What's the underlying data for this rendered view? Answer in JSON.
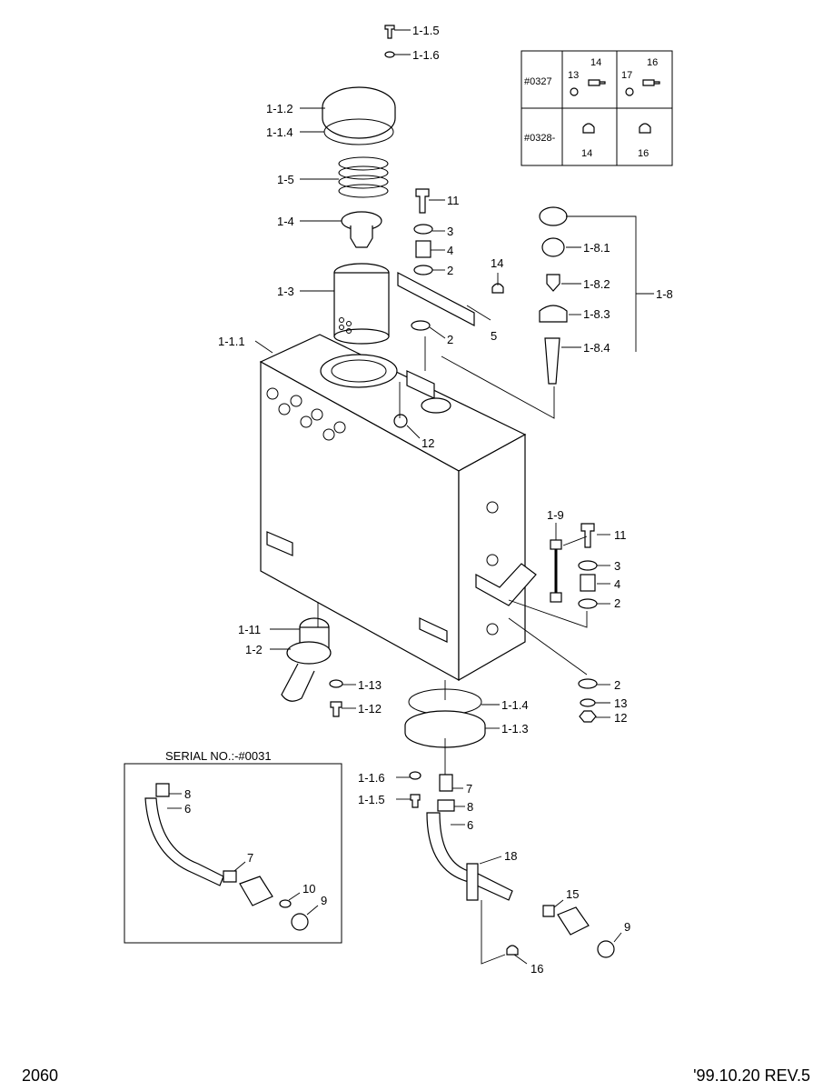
{
  "page_number": "2060",
  "revision": "'99.10.20 REV.5",
  "serial_box_title": "SERIAL NO.:-#0031",
  "serial_table": {
    "row1_serial": "#0327",
    "row2_serial": "#0328-",
    "row1_cells": [
      "13",
      "14",
      "17",
      "16"
    ],
    "row2_cells": [
      "14",
      "16"
    ]
  },
  "callouts": {
    "c1_1_5_top": "1-1.5",
    "c1_1_6_top": "1-1.6",
    "c1_1_2": "1-1.2",
    "c1_1_4_top": "1-1.4",
    "c1_5": "1-5",
    "c1_4": "1-4",
    "c1_3": "1-3",
    "c1_1_1": "1-1.1",
    "c11_top": "11",
    "c3_top": "3",
    "c4_top": "4",
    "c2_top": "2",
    "c14_mid": "14",
    "c5": "5",
    "c2_mid": "2",
    "c12_mid": "12",
    "c1_8_1": "1-8.1",
    "c1_8_2": "1-8.2",
    "c1_8_3": "1-8.3",
    "c1_8_4": "1-8.4",
    "c1_8": "1-8",
    "c1_9": "1-9",
    "c11_side": "11",
    "c3_side": "3",
    "c4_side": "4",
    "c2_side": "2",
    "c2_low": "2",
    "c13_low": "13",
    "c12_low": "12",
    "c1_11": "1-11",
    "c1_2": "1-2",
    "c1_13": "1-13",
    "c1_12": "1-12",
    "c1_1_4_low": "1-1.4",
    "c1_1_3": "1-1.3",
    "c1_1_6_low": "1-1.6",
    "c1_1_5_low": "1-1.5",
    "c7_main": "7",
    "c8_main": "8",
    "c6_main": "6",
    "c18": "18",
    "c15": "15",
    "c9_main": "9",
    "c16_low": "16",
    "c8_box": "8",
    "c6_box": "6",
    "c7_box": "7",
    "c10_box": "10",
    "c9_box": "9"
  }
}
